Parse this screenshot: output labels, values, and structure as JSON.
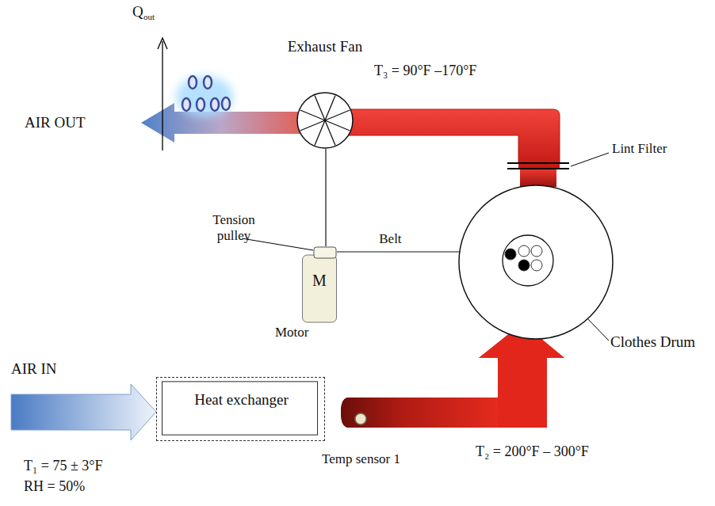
{
  "diagram": {
    "nodes": [
      {
        "text": [
          "Heat exchanger"
        ]
      },
      {
        "text": [
          "Exhaust Fan"
        ]
      },
      {
        "text": [
          "M"
        ]
      },
      {
        "text": [
          "Clothes Drum"
        ]
      }
    ],
    "edges": [
      {
        "from": 1,
        "to": 2,
        "arrow": "none"
      },
      {
        "from": 2,
        "to": 3,
        "label": "Belt",
        "arrow": "none"
      }
    ],
    "labels": [
      "Q",
      "out",
      "AIR OUT",
      "T₃ = 90°F –170°F",
      "Lint Filter",
      "Tension pulley",
      "Motor",
      "AIR IN",
      "T₁ = 75 ± 3°F",
      "RH = 50%",
      "Temp sensor 1",
      "T₂ = 200°F – 300°F"
    ]
  }
}
